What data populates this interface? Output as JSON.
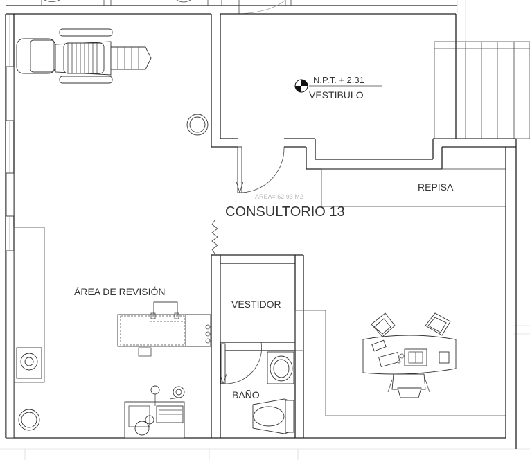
{
  "rooms": {
    "consultorio": "CONSULTORIO 13",
    "area_note": "AREA= 62.93 M2",
    "vestibulo": "VESTIBULO",
    "npt": "N.P.T.  +  2.31",
    "repisa": "REPISA",
    "area_revision": "ÁREA DE REVISIÓN",
    "vestidor": "VESTIDOR",
    "bano": "BAÑO"
  },
  "colors": {
    "wall": "#222222",
    "text": "#333333",
    "faint_text": "#bbbbbb"
  }
}
